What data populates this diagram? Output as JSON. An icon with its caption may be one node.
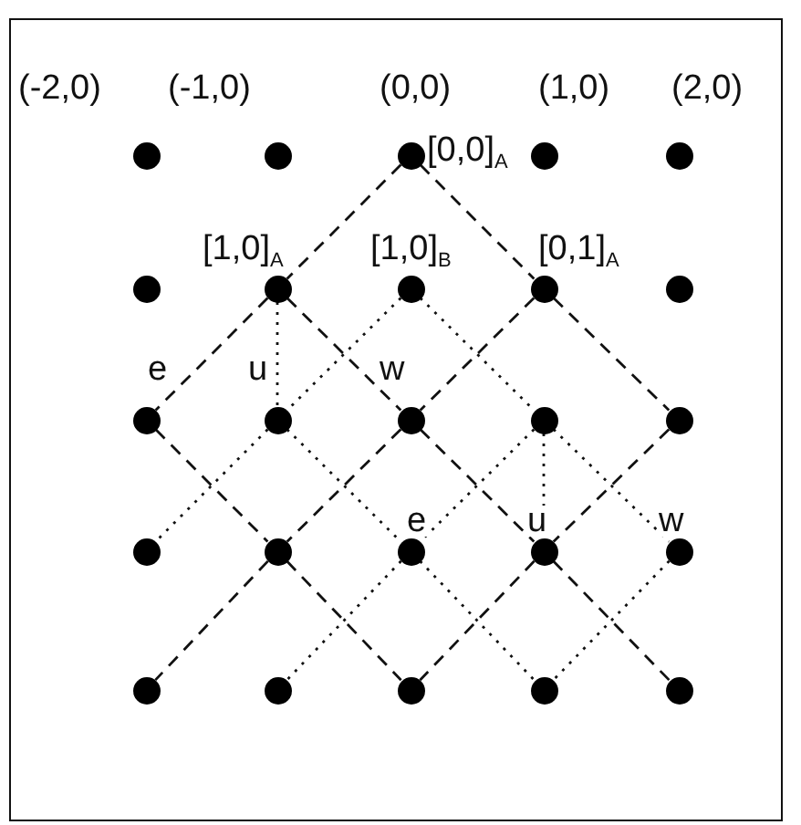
{
  "diagram": {
    "nodes": [
      {
        "text": [],
        "shape": "circle"
      },
      {
        "text": [],
        "shape": "circle"
      },
      {
        "text": [],
        "shape": "circle",
        "beside": [
          "[0,0]$_{A}$"
        ]
      },
      {
        "text": [],
        "shape": "circle"
      },
      {
        "text": [],
        "shape": "circle"
      },
      {
        "text": [],
        "shape": "circle"
      },
      {
        "text": [],
        "shape": "circle",
        "beside": [
          "[1,0]$_{A}$"
        ]
      },
      {
        "text": [],
        "shape": "circle",
        "beside": [
          "[1,0]$_{B}$"
        ]
      },
      {
        "text": [],
        "shape": "circle",
        "beside": [
          "[0,1]$_{A}$"
        ]
      },
      {
        "text": [],
        "shape": "circle"
      },
      {
        "text": [],
        "shape": "circle"
      },
      {
        "text": [],
        "shape": "circle"
      },
      {
        "text": [],
        "shape": "circle"
      },
      {
        "text": [],
        "shape": "circle"
      },
      {
        "text": [],
        "shape": "circle"
      },
      {
        "text": [],
        "shape": "circle"
      },
      {
        "text": [],
        "shape": "circle"
      },
      {
        "text": [],
        "shape": "circle"
      },
      {
        "text": [],
        "shape": "circle"
      },
      {
        "text": [],
        "shape": "circle"
      },
      {
        "text": [],
        "shape": "circle"
      },
      {
        "text": [],
        "shape": "circle"
      },
      {
        "text": [],
        "shape": "circle"
      },
      {
        "text": [],
        "shape": "circle"
      },
      {
        "text": [],
        "shape": "circle"
      }
    ],
    "edges": [
      {
        "from": 2,
        "to": 6,
        "arrow": "none",
        "style": "dashed"
      },
      {
        "from": 2,
        "to": 8,
        "arrow": "none",
        "style": "dashed"
      },
      {
        "from": 6,
        "to": 10,
        "arrow": "none",
        "style": "dashed",
        "label": "e"
      },
      {
        "from": 6,
        "to": 12,
        "arrow": "none",
        "style": "dashed",
        "label": "w"
      },
      {
        "from": 6,
        "to": 11,
        "arrow": "none",
        "label": "u"
      },
      {
        "from": 7,
        "to": 11,
        "arrow": "none"
      },
      {
        "from": 7,
        "to": 13,
        "arrow": "none"
      },
      {
        "from": 8,
        "to": 12,
        "arrow": "none",
        "style": "dashed"
      },
      {
        "from": 8,
        "to": 14,
        "arrow": "none",
        "style": "dashed"
      },
      {
        "from": 10,
        "to": 16,
        "arrow": "none",
        "style": "dashed"
      },
      {
        "from": 11,
        "to": 15,
        "arrow": "none"
      },
      {
        "from": 11,
        "to": 17,
        "arrow": "none"
      },
      {
        "from": 12,
        "to": 16,
        "arrow": "none",
        "style": "dashed"
      },
      {
        "from": 12,
        "to": 18,
        "arrow": "none",
        "style": "dashed"
      },
      {
        "from": 13,
        "to": 17,
        "arrow": "none",
        "label": "e"
      },
      {
        "from": 13,
        "to": 18,
        "arrow": "none",
        "label": "u"
      },
      {
        "from": 13,
        "to": 19,
        "arrow": "none",
        "label": "w"
      },
      {
        "from": 14,
        "to": 18,
        "arrow": "none",
        "style": "dashed"
      },
      {
        "from": 16,
        "to": 20,
        "arrow": "none",
        "style": "dashed"
      },
      {
        "from": 16,
        "to": 22,
        "arrow": "none",
        "style": "dashed"
      },
      {
        "from": 17,
        "to": 21,
        "arrow": "none"
      },
      {
        "from": 17,
        "to": 23,
        "arrow": "none"
      },
      {
        "from": 18,
        "to": 22,
        "arrow": "none",
        "style": "dashed"
      },
      {
        "from": 18,
        "to": 24,
        "arrow": "none",
        "style": "dashed"
      },
      {
        "from": 19,
        "to": 23,
        "arrow": "none"
      }
    ],
    "labels": [
      "(-2,0)",
      "(-1,0)",
      "(0,0)",
      "(1,0)",
      "(2,0)"
    ]
  }
}
